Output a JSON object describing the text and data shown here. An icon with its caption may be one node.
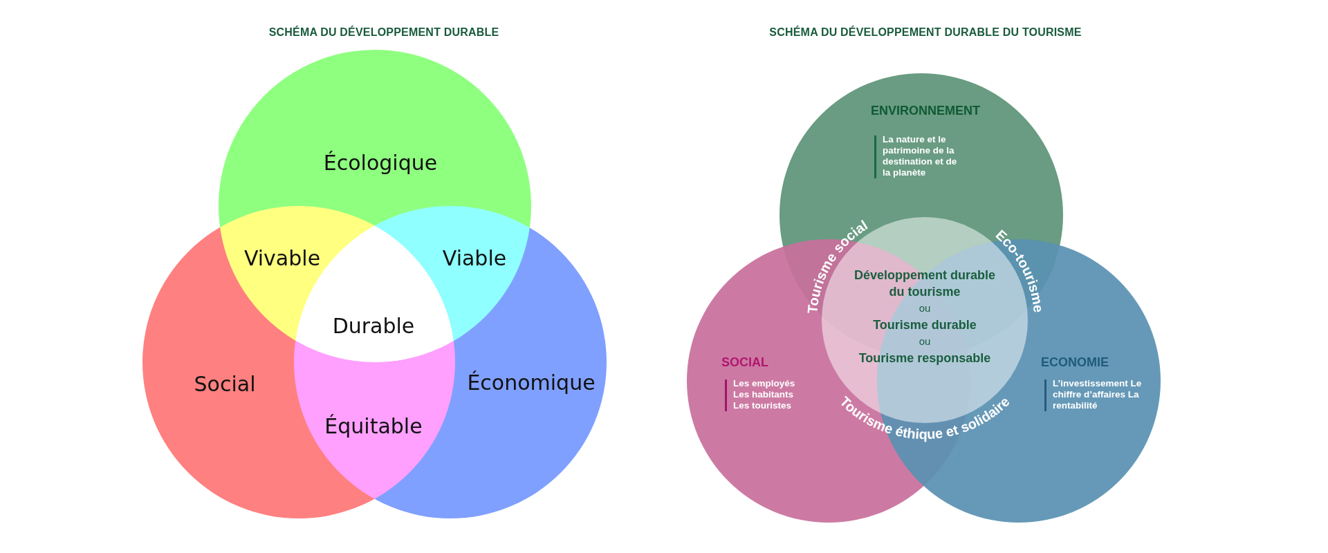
{
  "diagram": {
    "nodes": [
      {
        "text": [
          "Écologique"
        ]
      },
      {
        "text": [
          "Social"
        ]
      },
      {
        "text": [
          "Économique"
        ]
      },
      {
        "text": [
          "ENVIRONNEMENT",
          "La nature et le patrimoine de la destination et de la planète"
        ]
      },
      {
        "text": [
          "SOCIAL",
          "Les employés Les habitants Les touristes"
        ]
      },
      {
        "text": [
          "ECONOMIE",
          "L’investissement Le chiffre d’affaires La rentabilité"
        ]
      },
      {
        "text": [
          "Développement durable du tourisme",
          "ou",
          "Tourisme durable",
          "ou",
          "Tourisme responsable"
        ]
      }
    ],
    "labels": [
      "SCHÉMA DU DÉVELOPPEMENT DURABLE",
      "Vivable",
      "Viable",
      "Durable",
      "Équitable",
      "SCHÉMA DU DÉVELOPPEMENT DURABLE DU TOURISME",
      "Tourisme social",
      "Eco-tourisme",
      "Tourisme éthique et solidaire"
    ]
  }
}
